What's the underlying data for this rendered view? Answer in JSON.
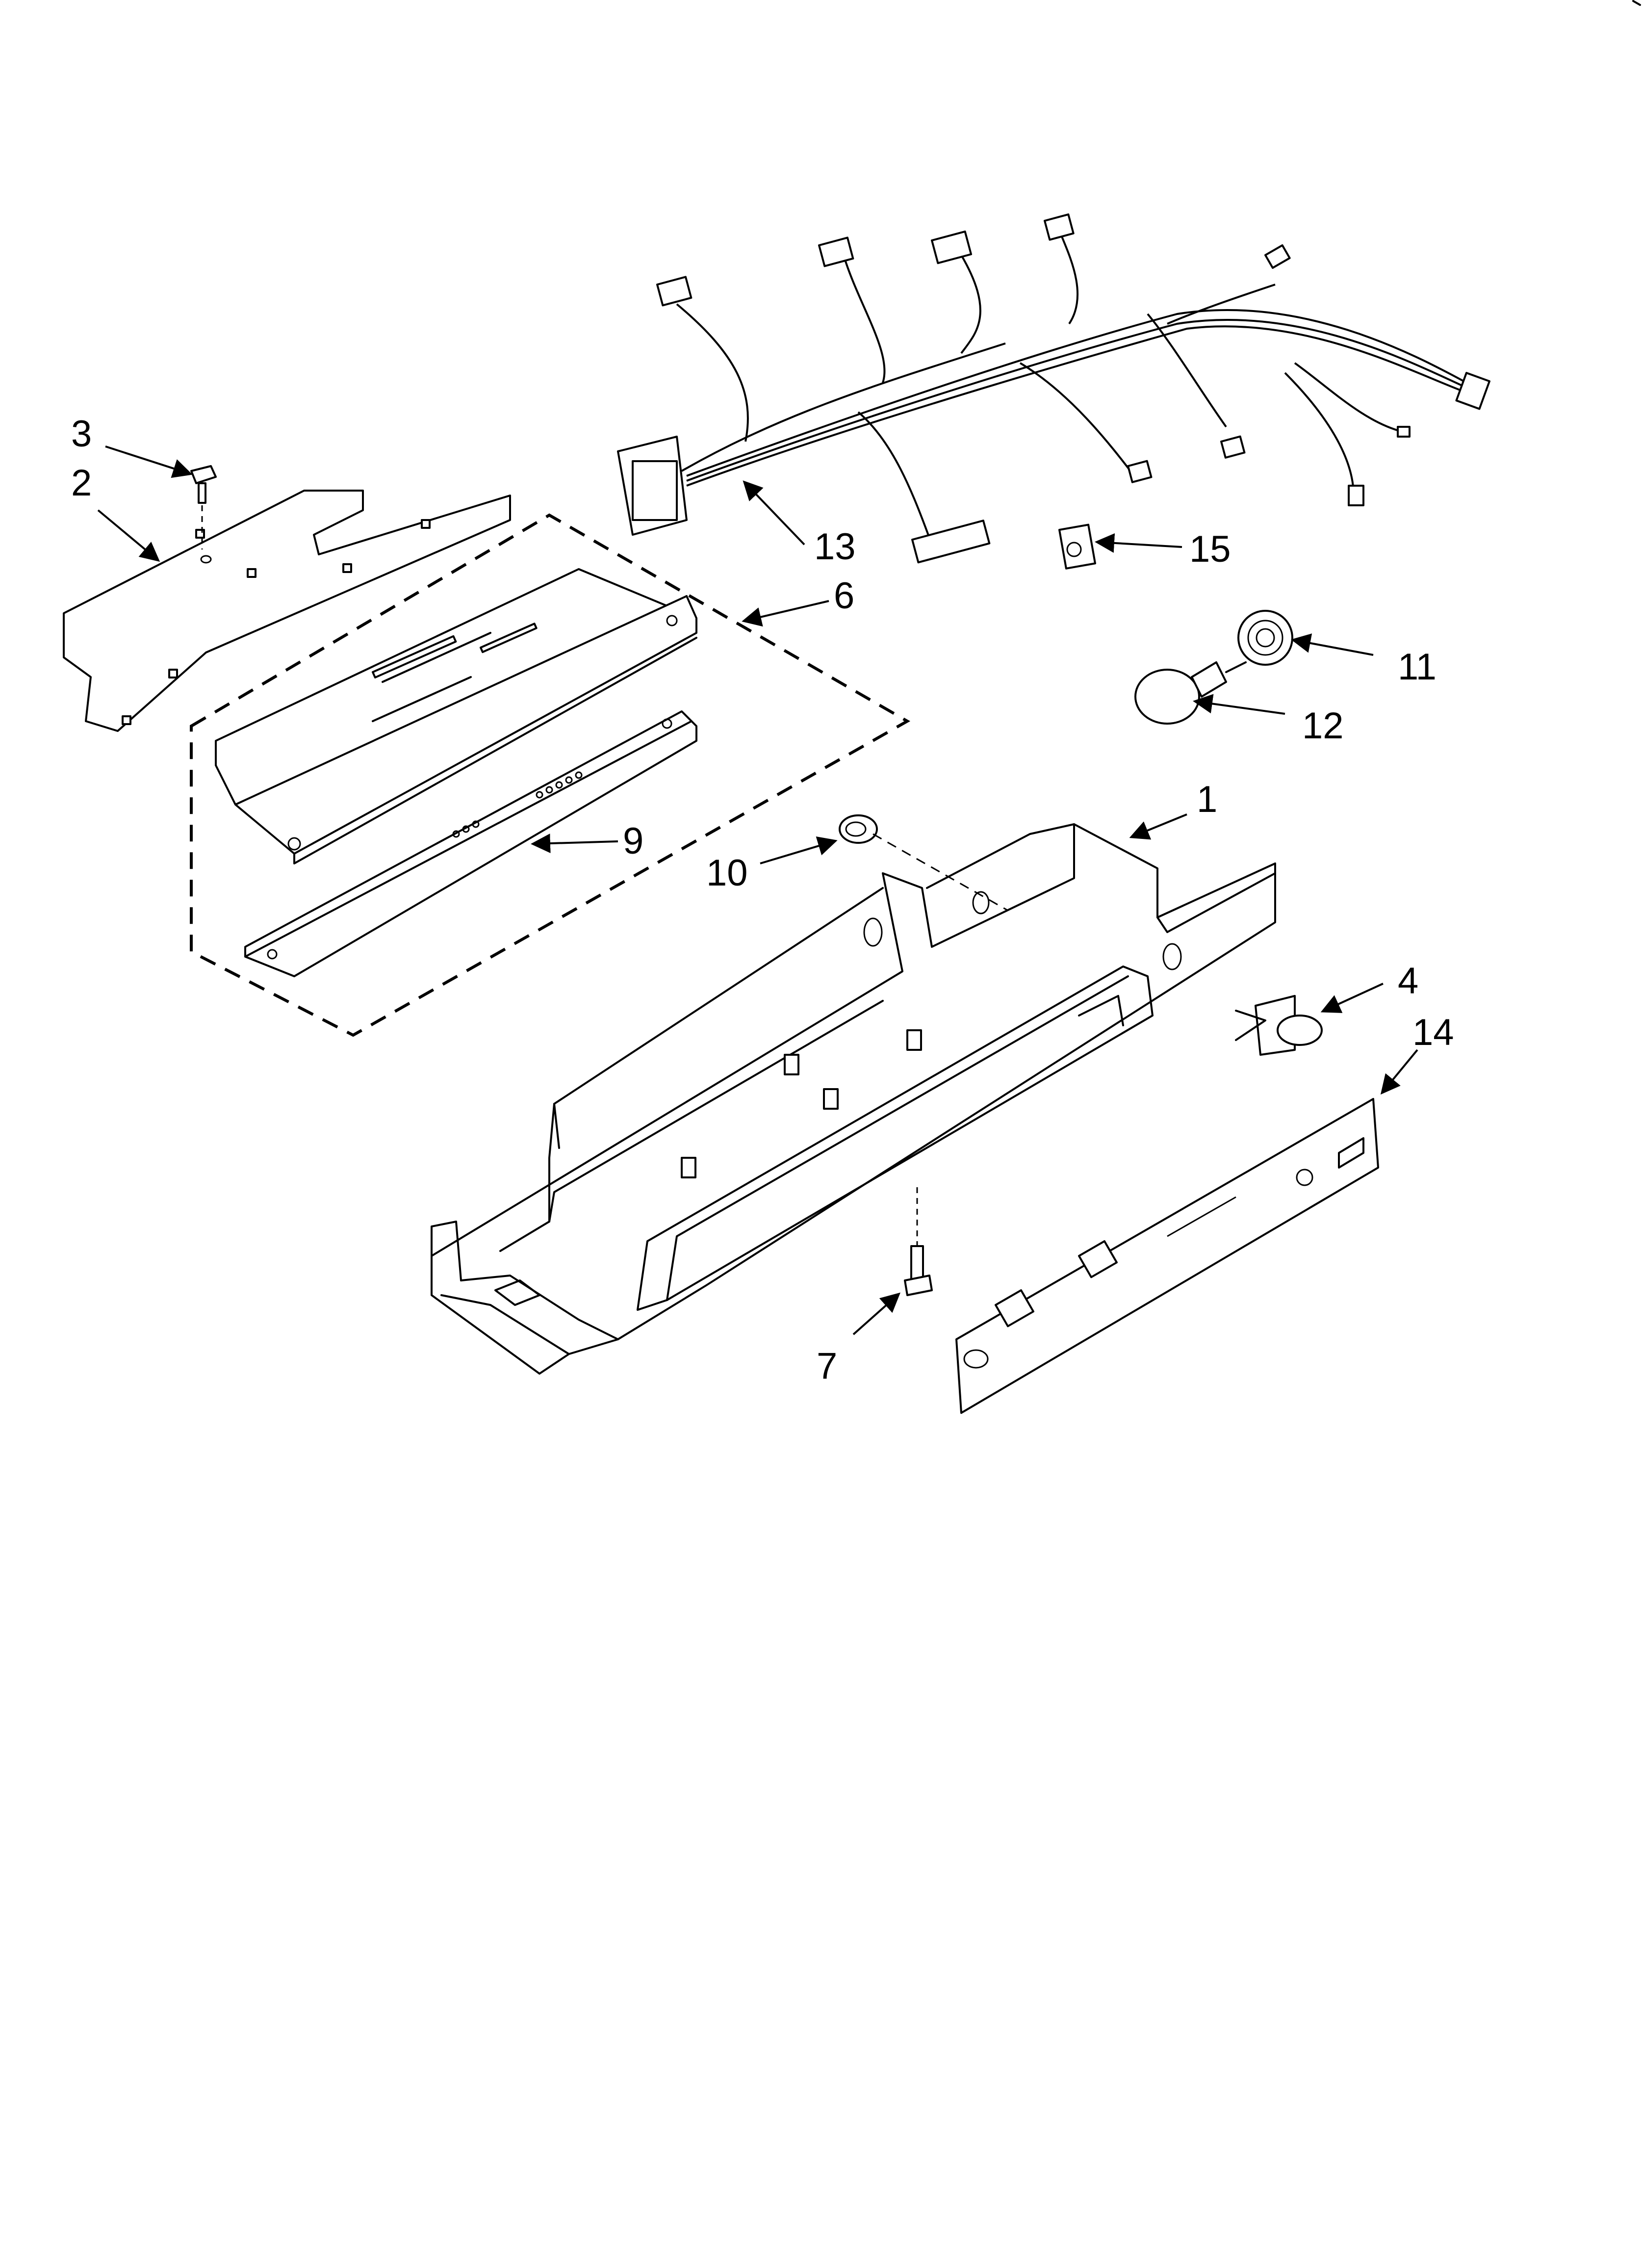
{
  "diagram": {
    "callouts": [
      {
        "id": "1",
        "label": "1"
      },
      {
        "id": "2",
        "label": "2"
      },
      {
        "id": "3",
        "label": "3"
      },
      {
        "id": "4",
        "label": "4"
      },
      {
        "id": "6",
        "label": "6"
      },
      {
        "id": "7",
        "label": "7"
      },
      {
        "id": "9",
        "label": "9"
      },
      {
        "id": "10",
        "label": "10"
      },
      {
        "id": "11",
        "label": "11"
      },
      {
        "id": "12",
        "label": "12"
      },
      {
        "id": "13",
        "label": "13"
      },
      {
        "id": "14",
        "label": "14"
      },
      {
        "id": "15",
        "label": "15"
      }
    ],
    "colors": {
      "ink": "#000000",
      "paper": "#ffffff"
    }
  }
}
